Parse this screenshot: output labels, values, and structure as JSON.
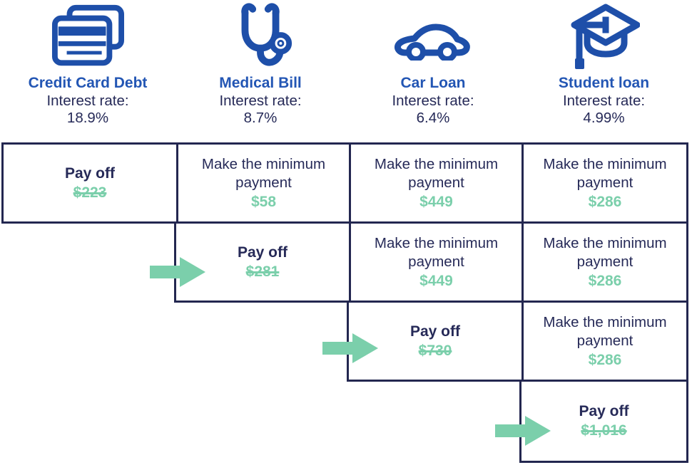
{
  "palette": {
    "icon_blue": "#1E4FA9",
    "title_blue": "#2356B4",
    "text_navy": "#262A58",
    "border_navy": "#232750",
    "teal": "#7BCFAB"
  },
  "columns": [
    {
      "icon": "credit-card-icon",
      "title": "Credit Card Debt",
      "interest_label": "Interest rate:",
      "interest_rate": "18.9%"
    },
    {
      "icon": "stethoscope-icon",
      "title": "Medical Bill",
      "interest_label": "Interest rate:",
      "interest_rate": "8.7%"
    },
    {
      "icon": "car-icon",
      "title": "Car Loan",
      "interest_label": "Interest rate:",
      "interest_rate": "6.4%"
    },
    {
      "icon": "graduation-cap-icon",
      "title": "Student loan",
      "interest_label": "Interest rate:",
      "interest_rate": "4.99%"
    }
  ],
  "table": {
    "rows": [
      {
        "step": 1,
        "has_arrow": false,
        "cells": [
          {
            "column": "Credit Card Debt",
            "action": "Pay off",
            "amount": "$223",
            "paid_off": true
          },
          {
            "column": "Medical Bill",
            "action": "Make the minimum payment",
            "amount": "$58",
            "paid_off": false
          },
          {
            "column": "Car Loan",
            "action": "Make the minimum payment",
            "amount": "$449",
            "paid_off": false
          },
          {
            "column": "Student loan",
            "action": "Make the minimum payment",
            "amount": "$286",
            "paid_off": false
          }
        ]
      },
      {
        "step": 2,
        "has_arrow": true,
        "cells": [
          {
            "column": "Medical Bill",
            "action": "Pay off",
            "amount": "$281",
            "paid_off": true
          },
          {
            "column": "Car Loan",
            "action": "Make the minimum payment",
            "amount": "$449",
            "paid_off": false
          },
          {
            "column": "Student loan",
            "action": "Make the minimum payment",
            "amount": "$286",
            "paid_off": false
          }
        ]
      },
      {
        "step": 3,
        "has_arrow": true,
        "cells": [
          {
            "column": "Car Loan",
            "action": "Pay off",
            "amount": "$730",
            "paid_off": true
          },
          {
            "column": "Student loan",
            "action": "Make the minimum payment",
            "amount": "$286",
            "paid_off": false
          }
        ]
      },
      {
        "step": 4,
        "has_arrow": true,
        "cells": [
          {
            "column": "Student loan",
            "action": "Pay off",
            "amount": "$1,016",
            "paid_off": true
          }
        ]
      }
    ]
  }
}
